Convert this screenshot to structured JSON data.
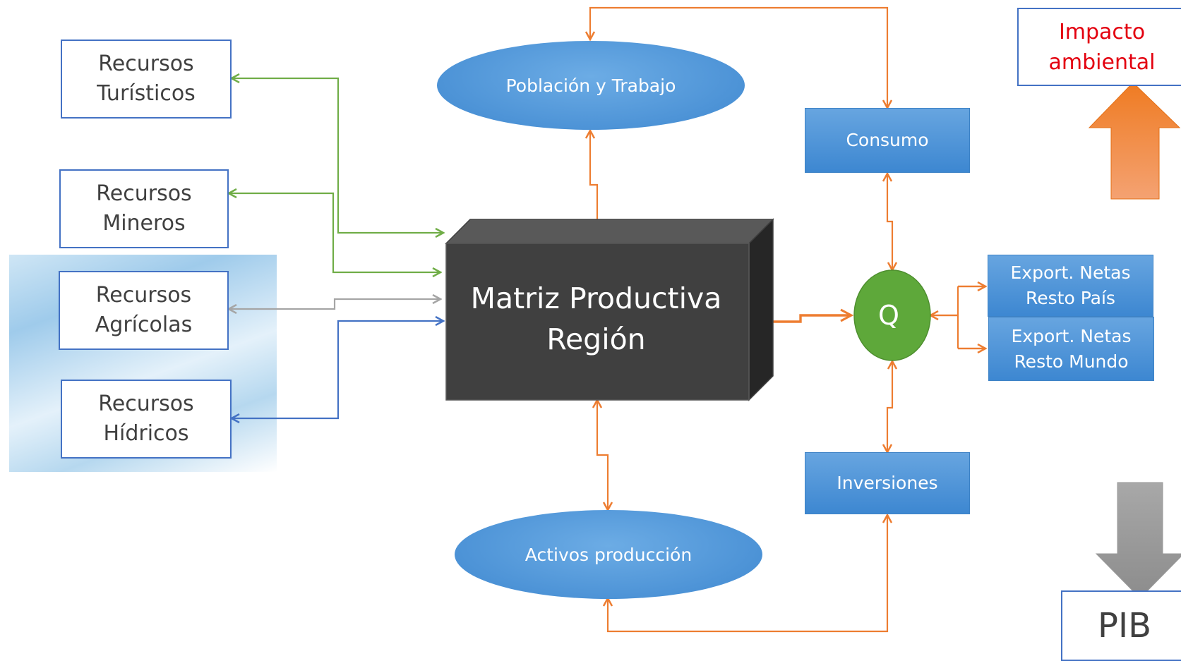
{
  "resources": {
    "turisticos": "Recursos\nTurísticos",
    "mineros": "Recursos\nMineros",
    "agricolas": "Recursos\nAgrícolas",
    "hidricos": "Recursos\nHídricos"
  },
  "poblacion": "Población y Trabajo",
  "activos": "Activos producción",
  "matriz": "Matriz Productiva\nRegión",
  "consumo": "Consumo",
  "inversiones": "Inversiones",
  "q": "Q",
  "export_pais": "Export. Netas\nResto País",
  "export_mundo": "Export. Netas\nResto Mundo",
  "impacto": "Impacto\nambiental",
  "pib": "PIB",
  "colors": {
    "green": "#70ad47",
    "orange": "#ed7d31",
    "gray": "#a5a5a5",
    "blue": "#4472c4"
  }
}
